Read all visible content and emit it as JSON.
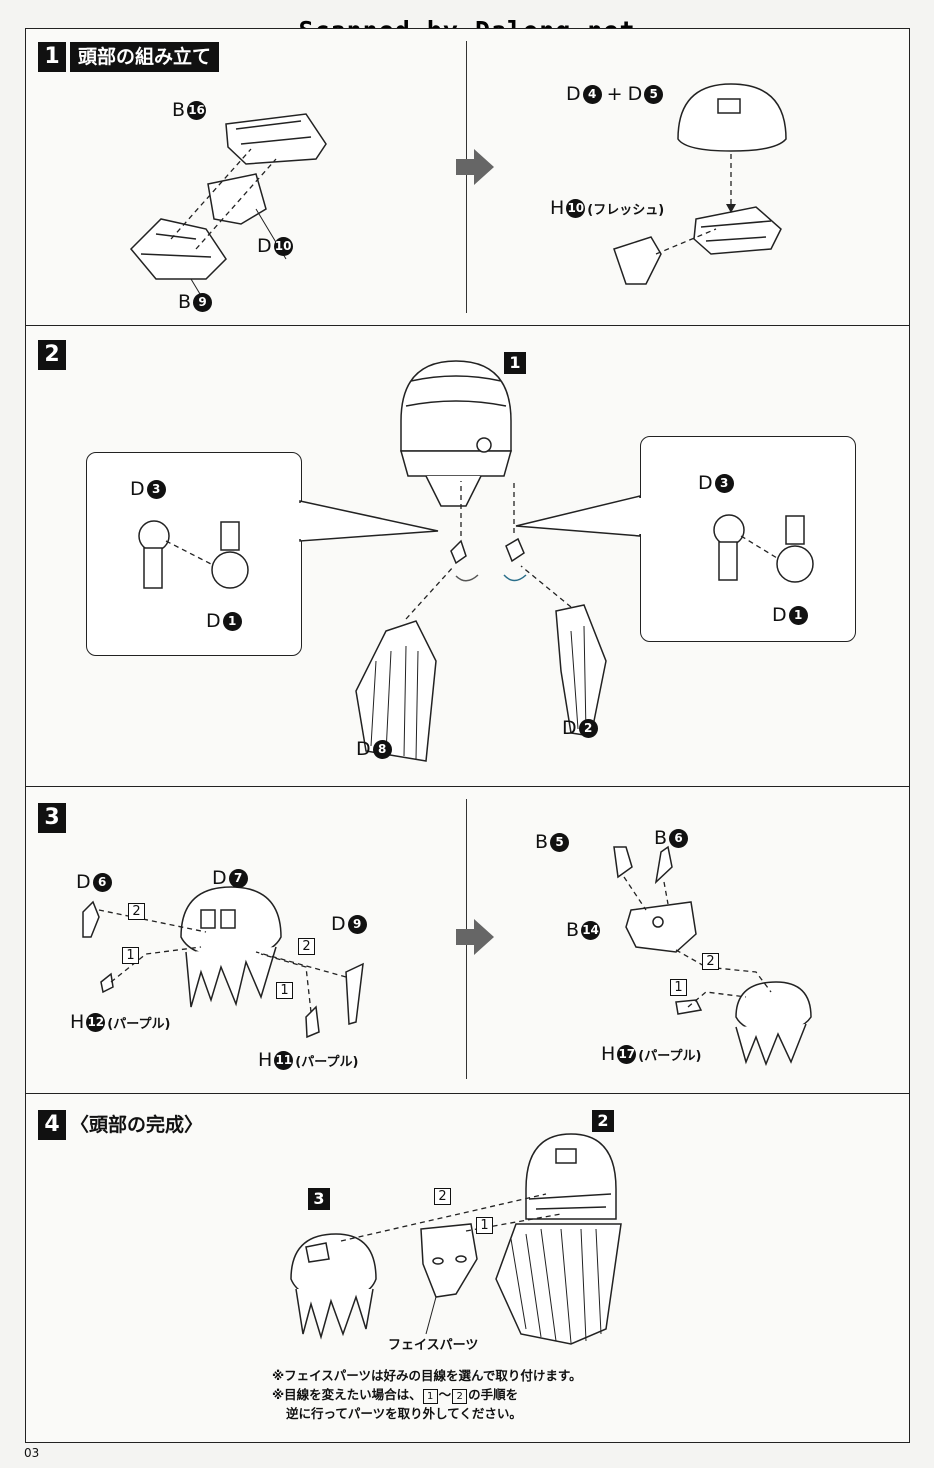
{
  "watermark": "Scanned by Dalong.net",
  "page_number": "03",
  "step1": {
    "number": "1",
    "title": "頭部の組み立て",
    "labels": {
      "b16": {
        "letter": "B",
        "num": "16"
      },
      "d10": {
        "letter": "D",
        "num": "10"
      },
      "b9": {
        "letter": "B",
        "num": "9"
      },
      "d4": {
        "letter": "D",
        "num": "4"
      },
      "plus": "+",
      "d5": {
        "letter": "D",
        "num": "5"
      },
      "h10": {
        "letter": "H",
        "num": "10",
        "note": "(フレッシュ)"
      }
    }
  },
  "step2": {
    "number": "2",
    "sub_badge": "1",
    "left_callout": {
      "d3": {
        "letter": "D",
        "num": "3"
      },
      "d1": {
        "letter": "D",
        "num": "1"
      }
    },
    "right_callout": {
      "d3": {
        "letter": "D",
        "num": "3"
      },
      "d1": {
        "letter": "D",
        "num": "1"
      }
    },
    "d8": {
      "letter": "D",
      "num": "8"
    },
    "d2": {
      "letter": "D",
      "num": "2"
    }
  },
  "step3": {
    "number": "3",
    "labels": {
      "d6": {
        "letter": "D",
        "num": "6"
      },
      "d7": {
        "letter": "D",
        "num": "7"
      },
      "d9": {
        "letter": "D",
        "num": "9"
      },
      "h12": {
        "letter": "H",
        "num": "12",
        "note": "(パープル)"
      },
      "h11": {
        "letter": "H",
        "num": "11",
        "note": "(パープル)"
      },
      "b5": {
        "letter": "B",
        "num": "5"
      },
      "b6": {
        "letter": "B",
        "num": "6"
      },
      "b14": {
        "letter": "B",
        "num": "14"
      },
      "h17": {
        "letter": "H",
        "num": "17",
        "note": "(パープル)"
      }
    },
    "order_marks": [
      "1",
      "2"
    ]
  },
  "step4": {
    "number": "4",
    "title": "〈頭部の完成〉",
    "badge_2": "2",
    "badge_3": "3",
    "face_label": "フェイスパーツ",
    "order_marks": [
      "1",
      "2"
    ],
    "note1": "※フェイスパーツは好みの目線を選んで取り付けます。",
    "note2_pre": "※目線を変えたい場合は、",
    "note2_box1": "1",
    "note2_tilde": "～",
    "note2_box2": "2",
    "note2_post": "の手順を",
    "note3": "逆に行ってパーツを取り外してください。"
  }
}
